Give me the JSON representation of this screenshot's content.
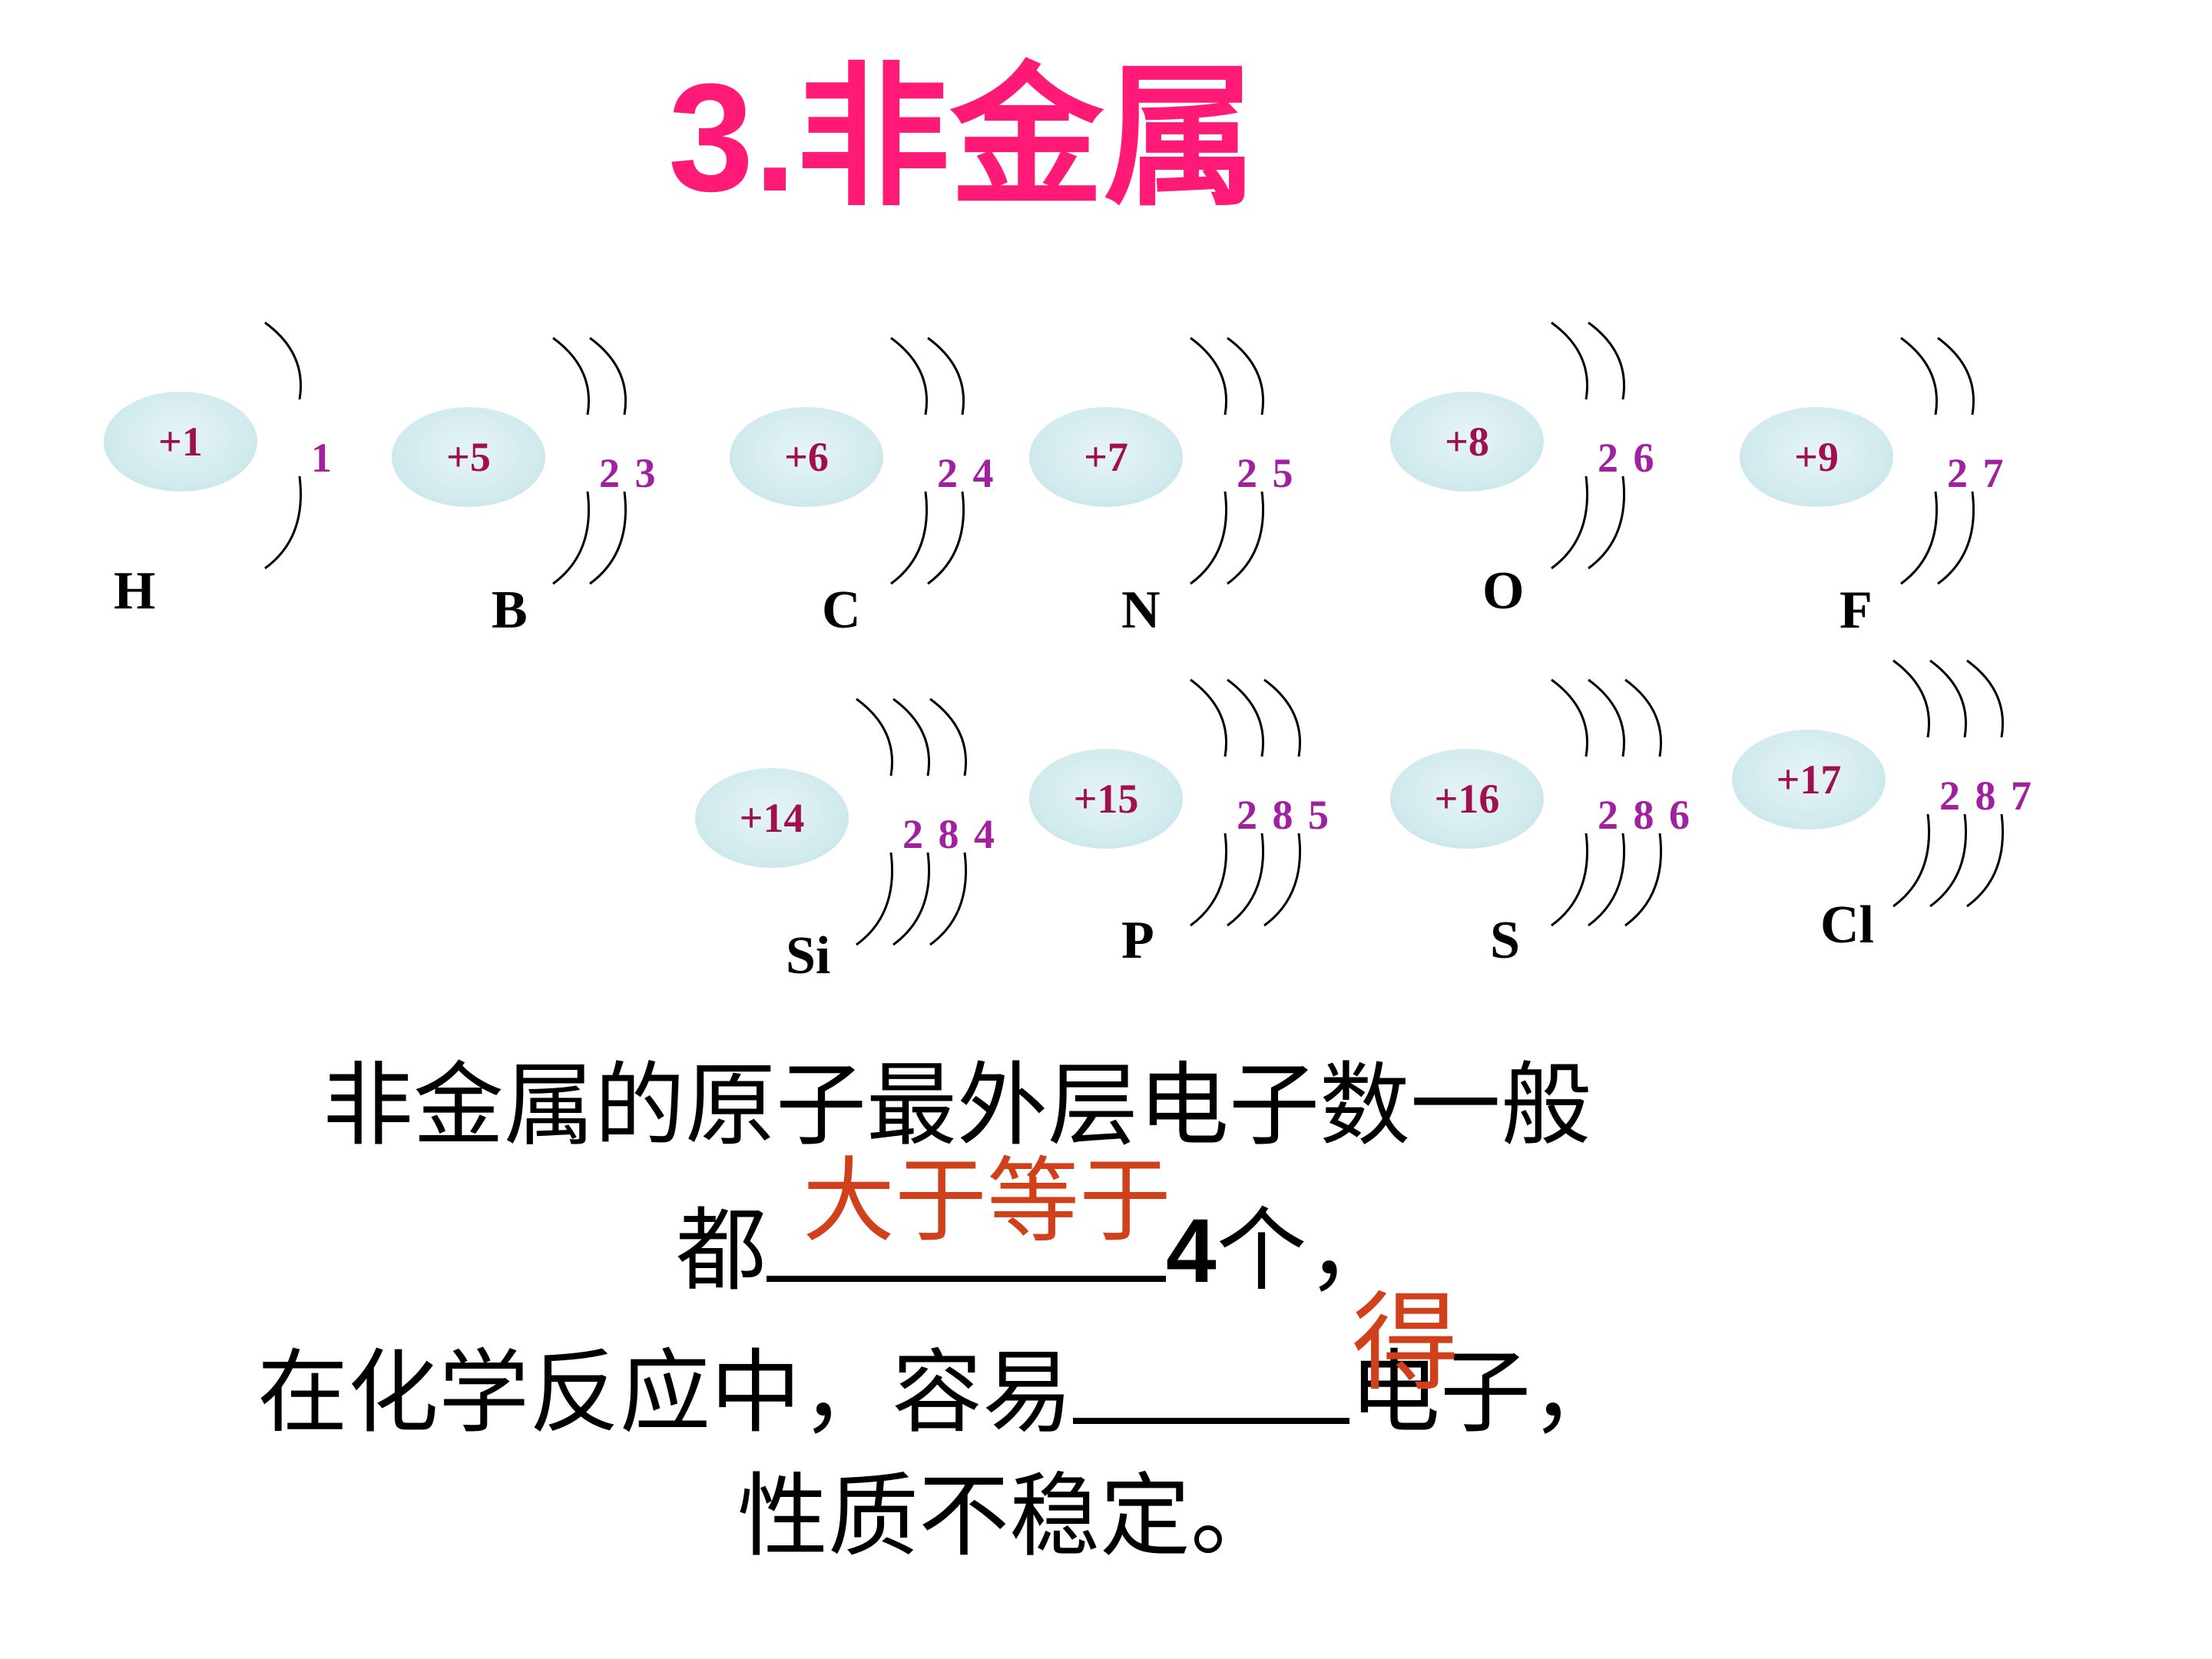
{
  "title": "3.非金属",
  "atoms": [
    {
      "symbol": "H",
      "nucleus": "+1",
      "electrons": "1"
    },
    {
      "symbol": "B",
      "nucleus": "+5",
      "electrons": "2 3"
    },
    {
      "symbol": "C",
      "nucleus": "+6",
      "electrons": "2 4"
    },
    {
      "symbol": "N",
      "nucleus": "+7",
      "electrons": "2 5"
    },
    {
      "symbol": "O",
      "nucleus": "+8",
      "electrons": "2 6"
    },
    {
      "symbol": "F",
      "nucleus": "+9",
      "electrons": "2 7"
    },
    {
      "symbol": "Si",
      "nucleus": "+14",
      "electrons": "2 8 4"
    },
    {
      "symbol": "P",
      "nucleus": "+15",
      "electrons": "2 8 5"
    },
    {
      "symbol": "S",
      "nucleus": "+16",
      "electrons": "2 8 6"
    },
    {
      "symbol": "Cl",
      "nucleus": "+17",
      "electrons": "2 8 7"
    }
  ],
  "text": {
    "line1": "非金属的原子最外层电子数一般",
    "line2_prefix": "都",
    "line2_number": "4",
    "line2_suffix": "个，",
    "line3_prefix": "在化学反应中，容易",
    "line3_suffix": "电子，",
    "line4": "性质不稳定。"
  },
  "answers": {
    "blank1": "大于等于",
    "blank2": "得"
  },
  "colors": {
    "title": "#ff1a78",
    "nucleus_charge": "#a01050",
    "electrons": "#a020a0",
    "answer": "#d0401a",
    "nucleus_fill": "#d2ebee"
  }
}
